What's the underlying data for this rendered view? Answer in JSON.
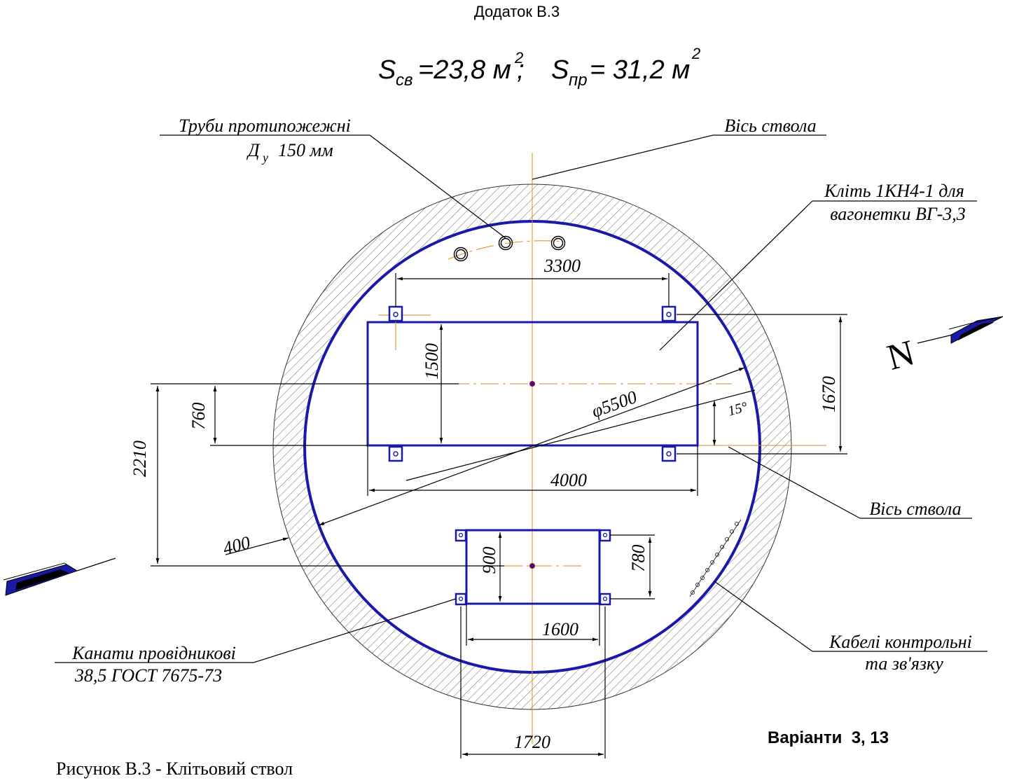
{
  "header": {
    "appendix_title": "Додаток В.3"
  },
  "formula": {
    "s1_symbol": "S",
    "s1_sub": "св",
    "s1_value": "=23,8 м",
    "s1_sup": "2",
    "separator": ";",
    "s2_symbol": "S",
    "s2_sub": "пр",
    "s2_value": "= 31,2 м",
    "s2_sup": "2"
  },
  "labels": {
    "pipes_line1": "Труби протипожежні",
    "pipes_line2_D": "Д",
    "pipes_line2_sub": "у",
    "pipes_line2_rest": "150 мм",
    "axis_top": "Вісь ствола",
    "cage_line1": "Кліть 1КН4-1 для",
    "cage_line2": "вагонетки ВГ-3,3",
    "axis_bottom": "Вісь ствола",
    "ropes_line1": "Канати провідникові",
    "ropes_line2": "38,5 ГОСТ 7675-73",
    "cables_line1": "Кабелі контрольні",
    "cables_line2": "та зв'язку",
    "north": "N",
    "variants": "Варіанти  3, 13",
    "caption": "Рисунок В.3 - Клітьовий ствол"
  },
  "dimensions": {
    "d3300": "3300",
    "d1500": "1500",
    "d1670": "1670",
    "d5500": "φ5500",
    "angle15": "15°",
    "d760": "760",
    "d2210": "2210",
    "d4000": "4000",
    "d400": "400",
    "d900": "900",
    "d780": "780",
    "d1600": "1600",
    "d1720": "1720"
  },
  "colors": {
    "structure": "#1a1aa8",
    "axis": "#e08a20",
    "lines": "#000000"
  }
}
